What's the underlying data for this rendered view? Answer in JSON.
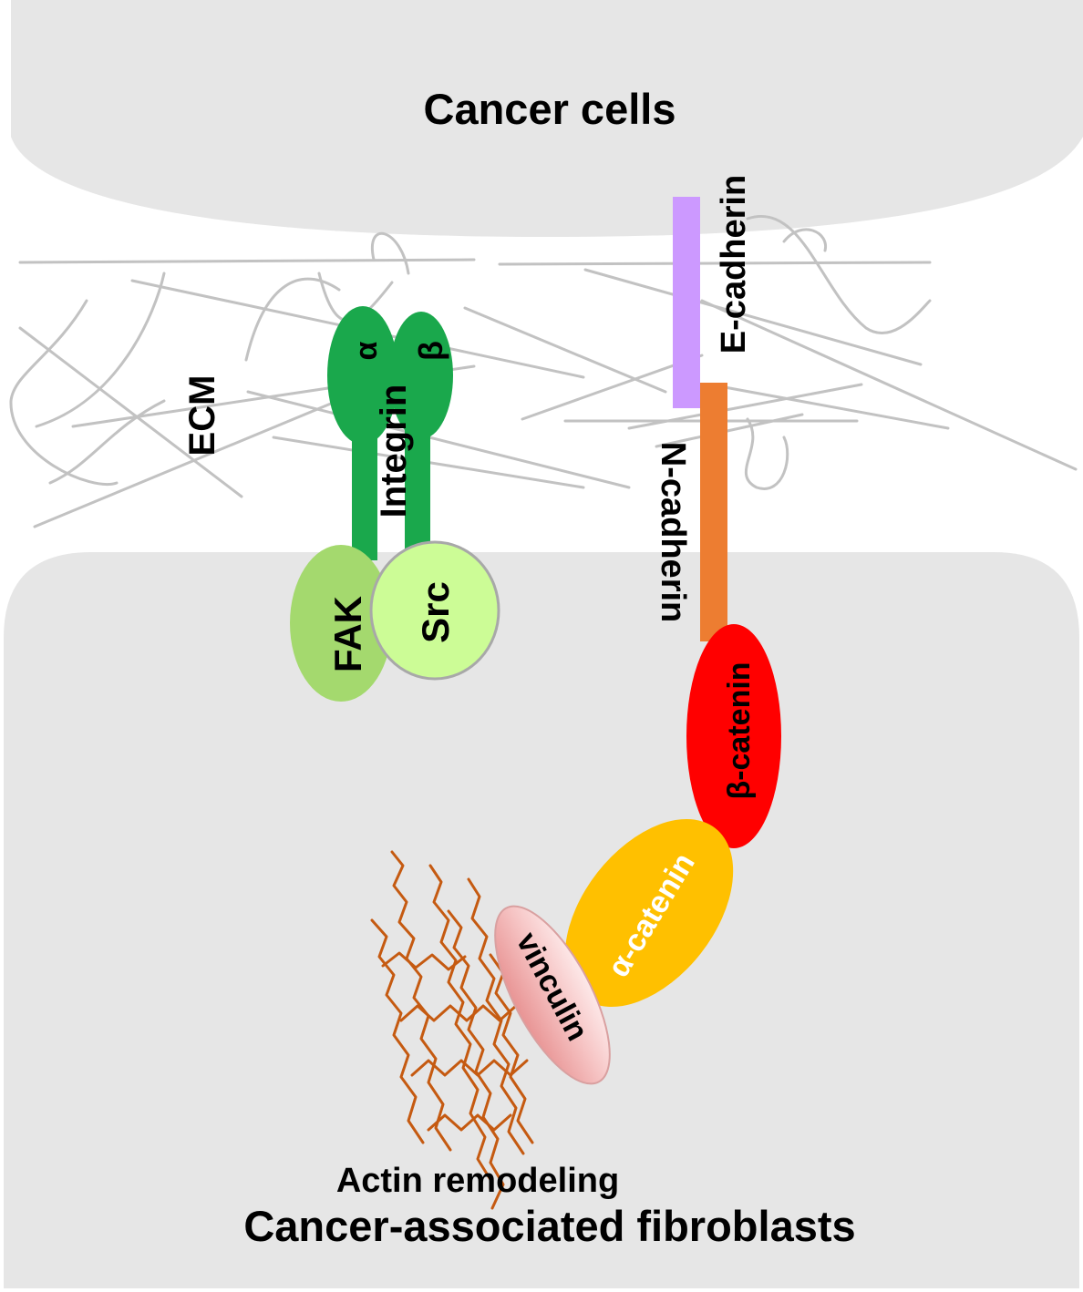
{
  "regions": {
    "top": "Cancer cells",
    "bottom": "Cancer-associated fibroblasts"
  },
  "labels": {
    "ecm": "ECM",
    "integrin": "Integrin",
    "alpha": "α",
    "beta": "β",
    "fak": "FAK",
    "src": "Src",
    "e_cadherin": "E-cadherin",
    "n_cadherin": "N-cadherin",
    "beta_catenin": "β-catenin",
    "alpha_catenin": "α-catenin",
    "vinculin": "vinculin",
    "actin": "Actin remodeling"
  },
  "colors": {
    "cell_fill": "#e6e6e6",
    "ecm_fiber": "#c2c2c2",
    "integrin": "#1aa84c",
    "fak": "#a4d96e",
    "src": "#ccfc96",
    "e_cadherin": "#cc99ff",
    "n_cadherin": "#ed7d31",
    "beta_catenin": "#ff0000",
    "alpha_catenin": "#ffc000",
    "vinculin": "#f4b4b4",
    "actin": "#c55a11"
  }
}
